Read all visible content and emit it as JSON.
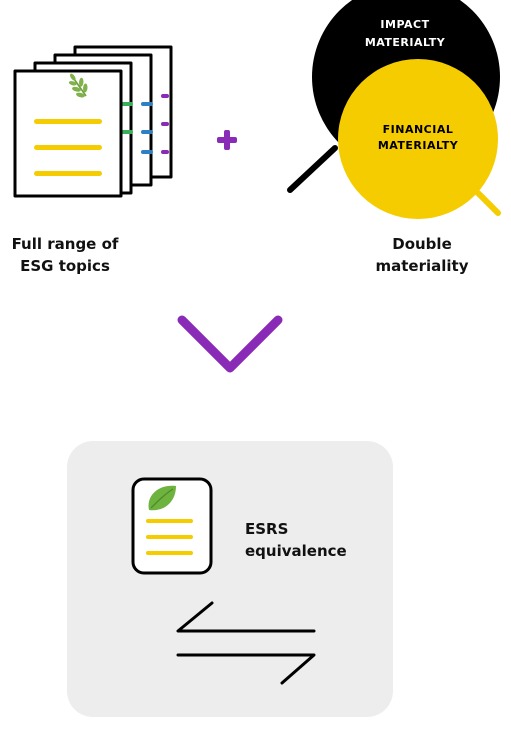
{
  "colors": {
    "yellow": "#f5cc00",
    "purple": "#8a2bb8",
    "black": "#000000",
    "card_bg": "#ededed",
    "leaf_green": "#6fb33f",
    "tab_green": "#3aae5a",
    "tab_blue": "#2f7fc4",
    "tab_purple": "#8a2bb8"
  },
  "left_block": {
    "icon": "document-stack-icon",
    "label_line1": "Full range of",
    "label_line2": "ESG topics"
  },
  "plus": {
    "icon": "plus-icon",
    "symbol": "+"
  },
  "right_block": {
    "icon": "magnifier-venn-icon",
    "impact_line1": "IMPACT",
    "impact_line2": "MATERIALTY",
    "financial_line1": "FINANCIAL",
    "financial_line2": "MATERIALTY",
    "label_line1": "Double",
    "label_line2": "materiality"
  },
  "arrow": {
    "icon": "chevron-down-icon"
  },
  "esrs_card": {
    "doc_icon": "leaf-document-icon",
    "label_line1": "ESRS",
    "label_line2": "equivalence",
    "arrows_icon": "exchange-arrows-icon"
  }
}
